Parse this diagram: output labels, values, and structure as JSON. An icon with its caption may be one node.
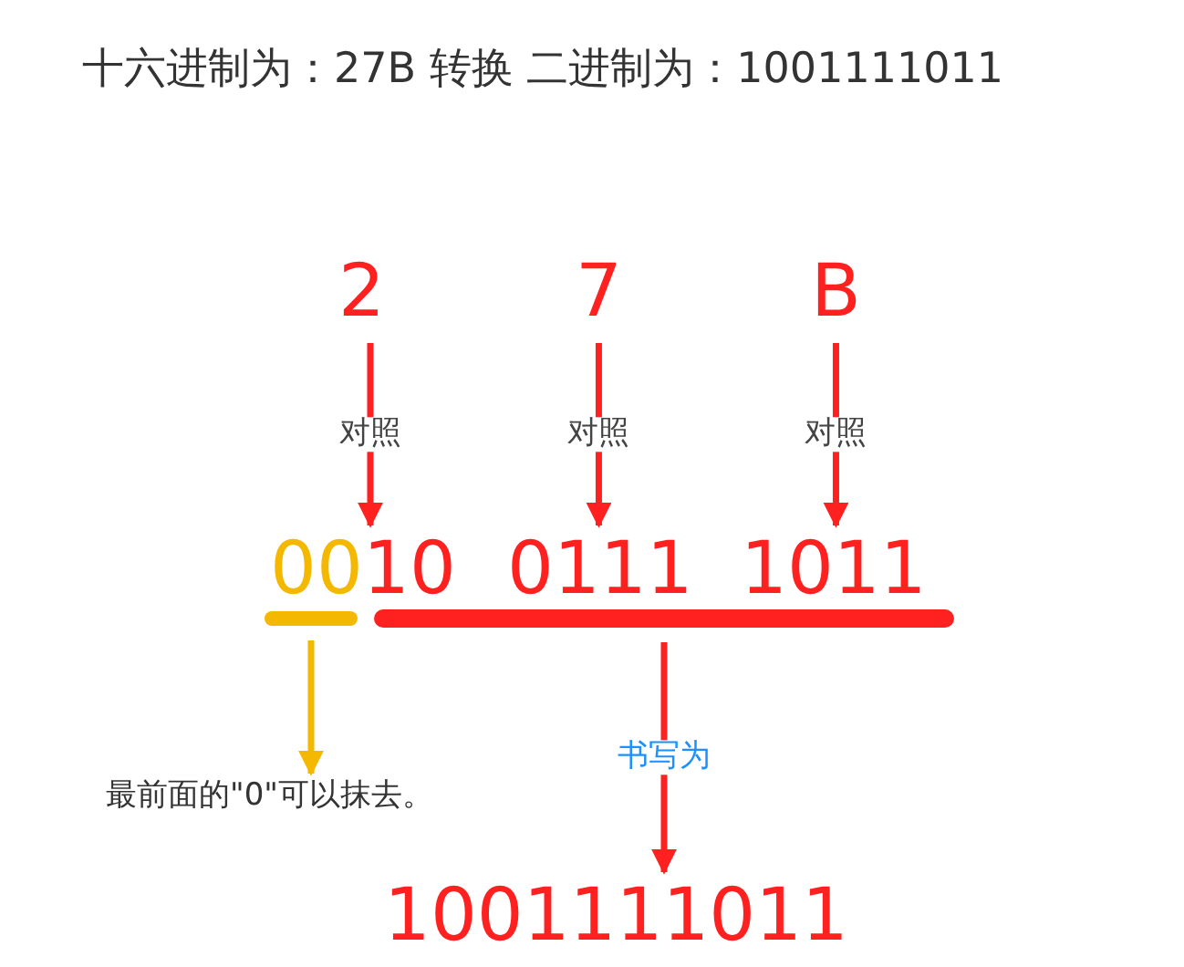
{
  "diagram": {
    "title": "十六进制为：27B 转换 二进制为：1001111011",
    "nodes": [
      {
        "text": [
          "2"
        ]
      },
      {
        "text": [
          "7"
        ]
      },
      {
        "text": [
          "B"
        ]
      },
      {
        "text": [
          "00"
        ]
      },
      {
        "text": [
          "10"
        ]
      },
      {
        "text": [
          "0111"
        ]
      },
      {
        "text": [
          "1011"
        ]
      },
      {
        "text": [],
        "shape": "bar"
      },
      {
        "text": [],
        "shape": "bar"
      },
      {
        "text": [
          "最前面的\"0\"可以抹去。"
        ]
      },
      {
        "text": [
          "1001111011"
        ]
      }
    ],
    "edges": [
      {
        "from": 0,
        "to": 4,
        "arrow": "to",
        "label": "对照"
      },
      {
        "from": 1,
        "to": 5,
        "arrow": "to",
        "label": "对照"
      },
      {
        "from": 2,
        "to": 6,
        "arrow": "to",
        "label": "对照"
      },
      {
        "from": 7,
        "to": 9,
        "arrow": "to",
        "color": "#f5b800"
      },
      {
        "from": 8,
        "to": 10,
        "arrow": "to",
        "label": "书写为"
      }
    ]
  }
}
